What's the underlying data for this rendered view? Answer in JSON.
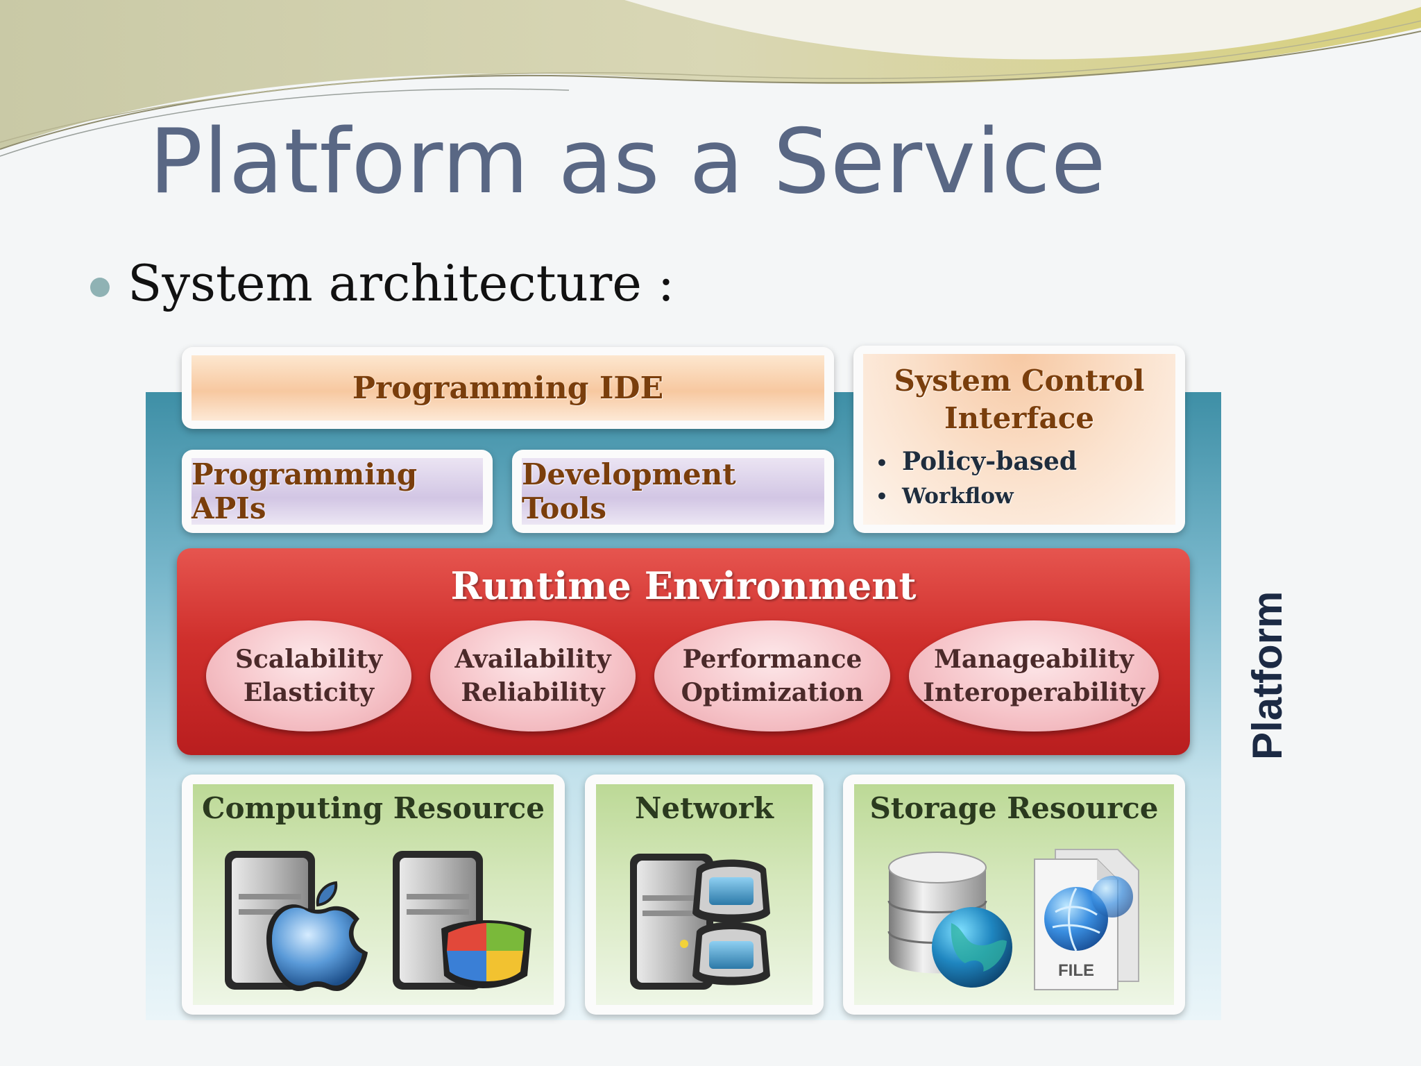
{
  "slide": {
    "title": "Platform as a Service",
    "bullet": "System architecture :"
  },
  "diagram": {
    "platform_label": "Platform",
    "programming_ide": "Programming IDE",
    "programming_apis": "Programming APIs",
    "development_tools": "Development Tools",
    "system_control": {
      "title_line1": "System Control",
      "title_line2": "Interface",
      "items": [
        "Policy-based",
        "Workflow"
      ]
    },
    "runtime": {
      "title": "Runtime Environment",
      "features": [
        {
          "line1": "Scalability",
          "line2": "Elasticity"
        },
        {
          "line1": "Availability",
          "line2": "Reliability"
        },
        {
          "line1": "Performance",
          "line2": "Optimization"
        },
        {
          "line1": "Manageability",
          "line2": "Interoperability"
        }
      ]
    },
    "resources": {
      "computing": "Computing Resource",
      "network": "Network",
      "storage": "Storage Resource",
      "file_label": "FILE"
    },
    "icons": [
      "server-apple-icon",
      "server-windows-icon",
      "network-server-icon",
      "database-globe-icon",
      "file-globe-icon"
    ]
  }
}
